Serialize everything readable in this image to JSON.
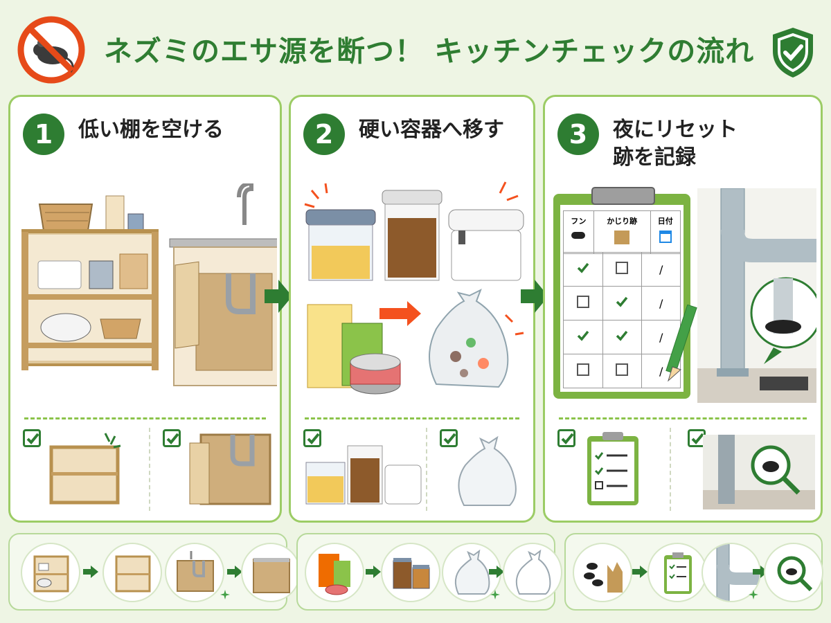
{
  "header": {
    "title": "ネズミのエサ源を断つ！ キッチンチェックの流れ"
  },
  "steps": [
    {
      "number": "1",
      "title_lines": [
        "低い棚を空ける"
      ]
    },
    {
      "number": "2",
      "title_lines": [
        "硬い容器へ移す"
      ]
    },
    {
      "number": "3",
      "title_lines": [
        "夜にリセット",
        "跡を記録"
      ]
    }
  ],
  "log_table": {
    "headers": [
      "フン",
      "かじり跡",
      "日付"
    ],
    "rows": [
      [
        "check",
        "empty",
        "/"
      ],
      [
        "empty",
        "check",
        "/"
      ],
      [
        "check",
        "check",
        "/"
      ],
      [
        "empty",
        "empty",
        "/"
      ]
    ]
  },
  "colors": {
    "brand_green": "#2e7d32",
    "accent_green": "#8bc34a",
    "arrow_orange": "#f4511e",
    "prohibit_red": "#e64a19"
  },
  "icons": [
    "no-rat-icon",
    "shield-check-icon",
    "check-icon",
    "arrow-right-icon",
    "pencil-icon",
    "magnifier-icon",
    "calendar-icon"
  ]
}
